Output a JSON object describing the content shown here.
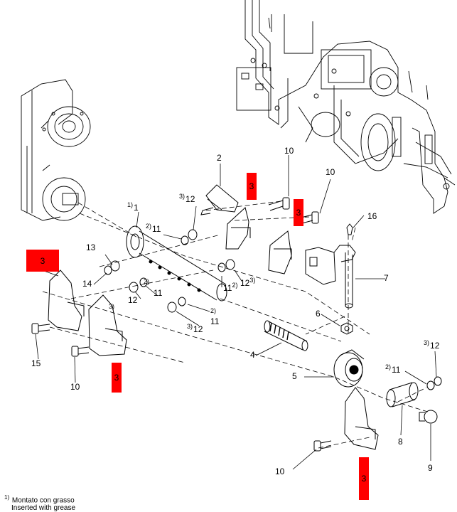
{
  "diagram": {
    "parts": {
      "p1": "1",
      "p2": "2",
      "p3": "3",
      "p4": "4",
      "p5": "5",
      "p6": "6",
      "p7": "7",
      "p8": "8",
      "p9": "9",
      "p10": "10",
      "p11": "11",
      "p12": "12",
      "p13": "13",
      "p14": "14",
      "p15": "15",
      "p16": "16"
    },
    "notes": {
      "n1": "1)",
      "n2": "2)",
      "n3": "3)"
    },
    "highlight_tag": "3",
    "highlight_color": "#ff0000",
    "footnote": {
      "marker": "1)",
      "line1": "Montato con grasso",
      "line2": "Inserted with grease"
    }
  }
}
